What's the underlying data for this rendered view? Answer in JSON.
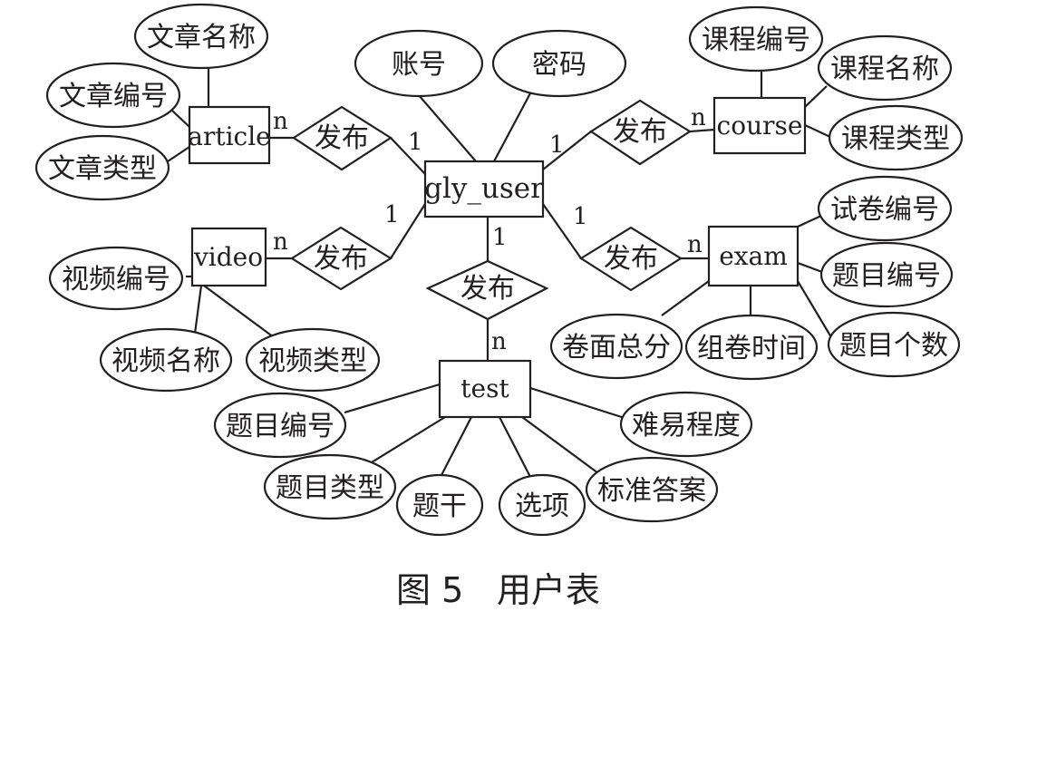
{
  "caption": {
    "figure": "图 5",
    "title": "用户表"
  },
  "entities": {
    "center": "gly_user",
    "article": "article",
    "video": "video",
    "course": "course",
    "exam": "exam",
    "test": "test"
  },
  "relationships": {
    "article": "发布",
    "video": "发布",
    "course": "发布",
    "exam": "发布",
    "test": "发布"
  },
  "cardinalities": {
    "article_user": "1",
    "article_entity": "n",
    "video_user": "1",
    "video_entity": "n",
    "course_user": "1",
    "course_entity": "n",
    "exam_user": "1",
    "exam_entity": "n",
    "test_user": "1",
    "test_entity": "n"
  },
  "attributes": {
    "user": [
      "账号",
      "密码"
    ],
    "article": [
      "文章名称",
      "文章编号",
      "文章类型"
    ],
    "video": [
      "视频编号",
      "视频名称",
      "视频类型"
    ],
    "course": [
      "课程编号",
      "课程名称",
      "课程类型"
    ],
    "exam": [
      "试卷编号",
      "题目编号",
      "题目个数",
      "组卷时间",
      "卷面总分"
    ],
    "test": [
      "题目编号",
      "题目类型",
      "题干",
      "选项",
      "标准答案",
      "难易程度"
    ]
  }
}
